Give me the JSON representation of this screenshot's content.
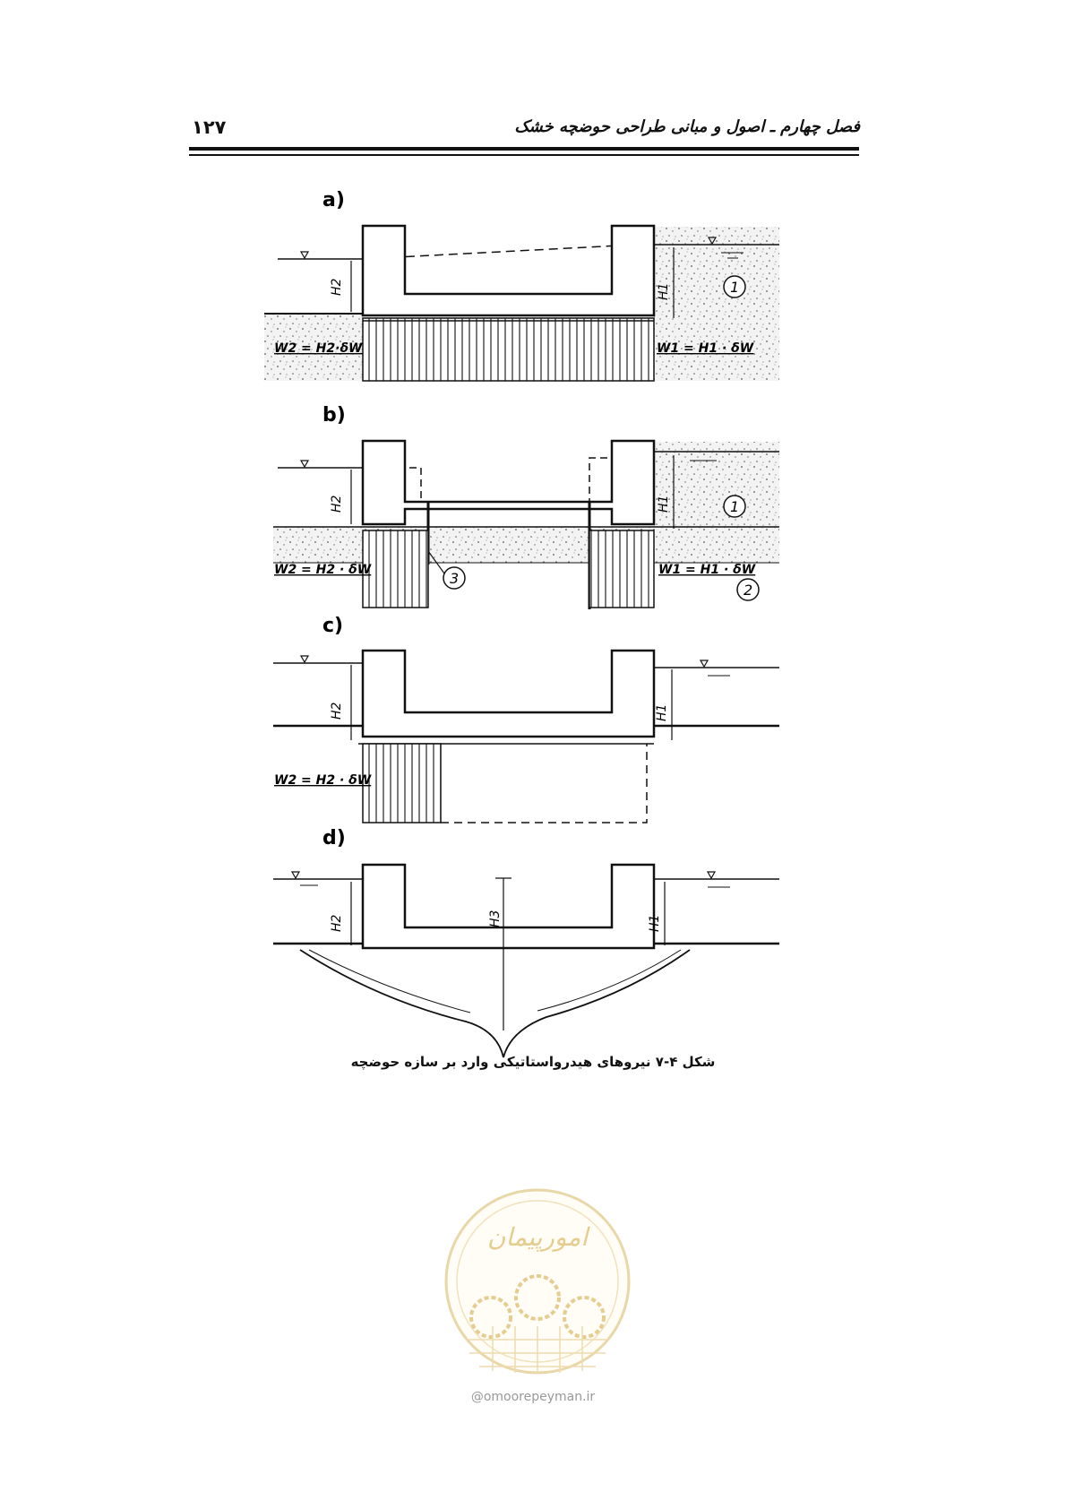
{
  "header": {
    "page_number": "۱۲۷",
    "chapter_title": "فصل چهارم ـ اصول و مبانی طراحی حوضچه خشک"
  },
  "figure": {
    "panels": {
      "a": {
        "label": "a)",
        "h_left": "H2",
        "h_right": "H1",
        "w_left": "W2 = H2·δW",
        "w_right": "W1 = H1 · δW",
        "circle_1": "1"
      },
      "b": {
        "label": "b)",
        "h_left": "H2",
        "h_right": "H1",
        "w_left": "W2 = H2 · δW",
        "w_right": "W1 = H1 · δW",
        "circle_1": "1",
        "circle_2": "2",
        "circle_3": "3"
      },
      "c": {
        "label": "c)",
        "h_left": "H2",
        "h_right": "H1",
        "w_left": "W2 = H2 · δW"
      },
      "d": {
        "label": "d)",
        "h_left": "H2",
        "h_mid": "H3",
        "h_right": "H1"
      }
    },
    "caption": "شکل ۴-۷ نیروهای هیدرواستاتیکی وارد بر سازه حوضچه"
  },
  "watermark": {
    "logo_text": "امورپیمان",
    "url": "@omoorepeyman.ir"
  }
}
